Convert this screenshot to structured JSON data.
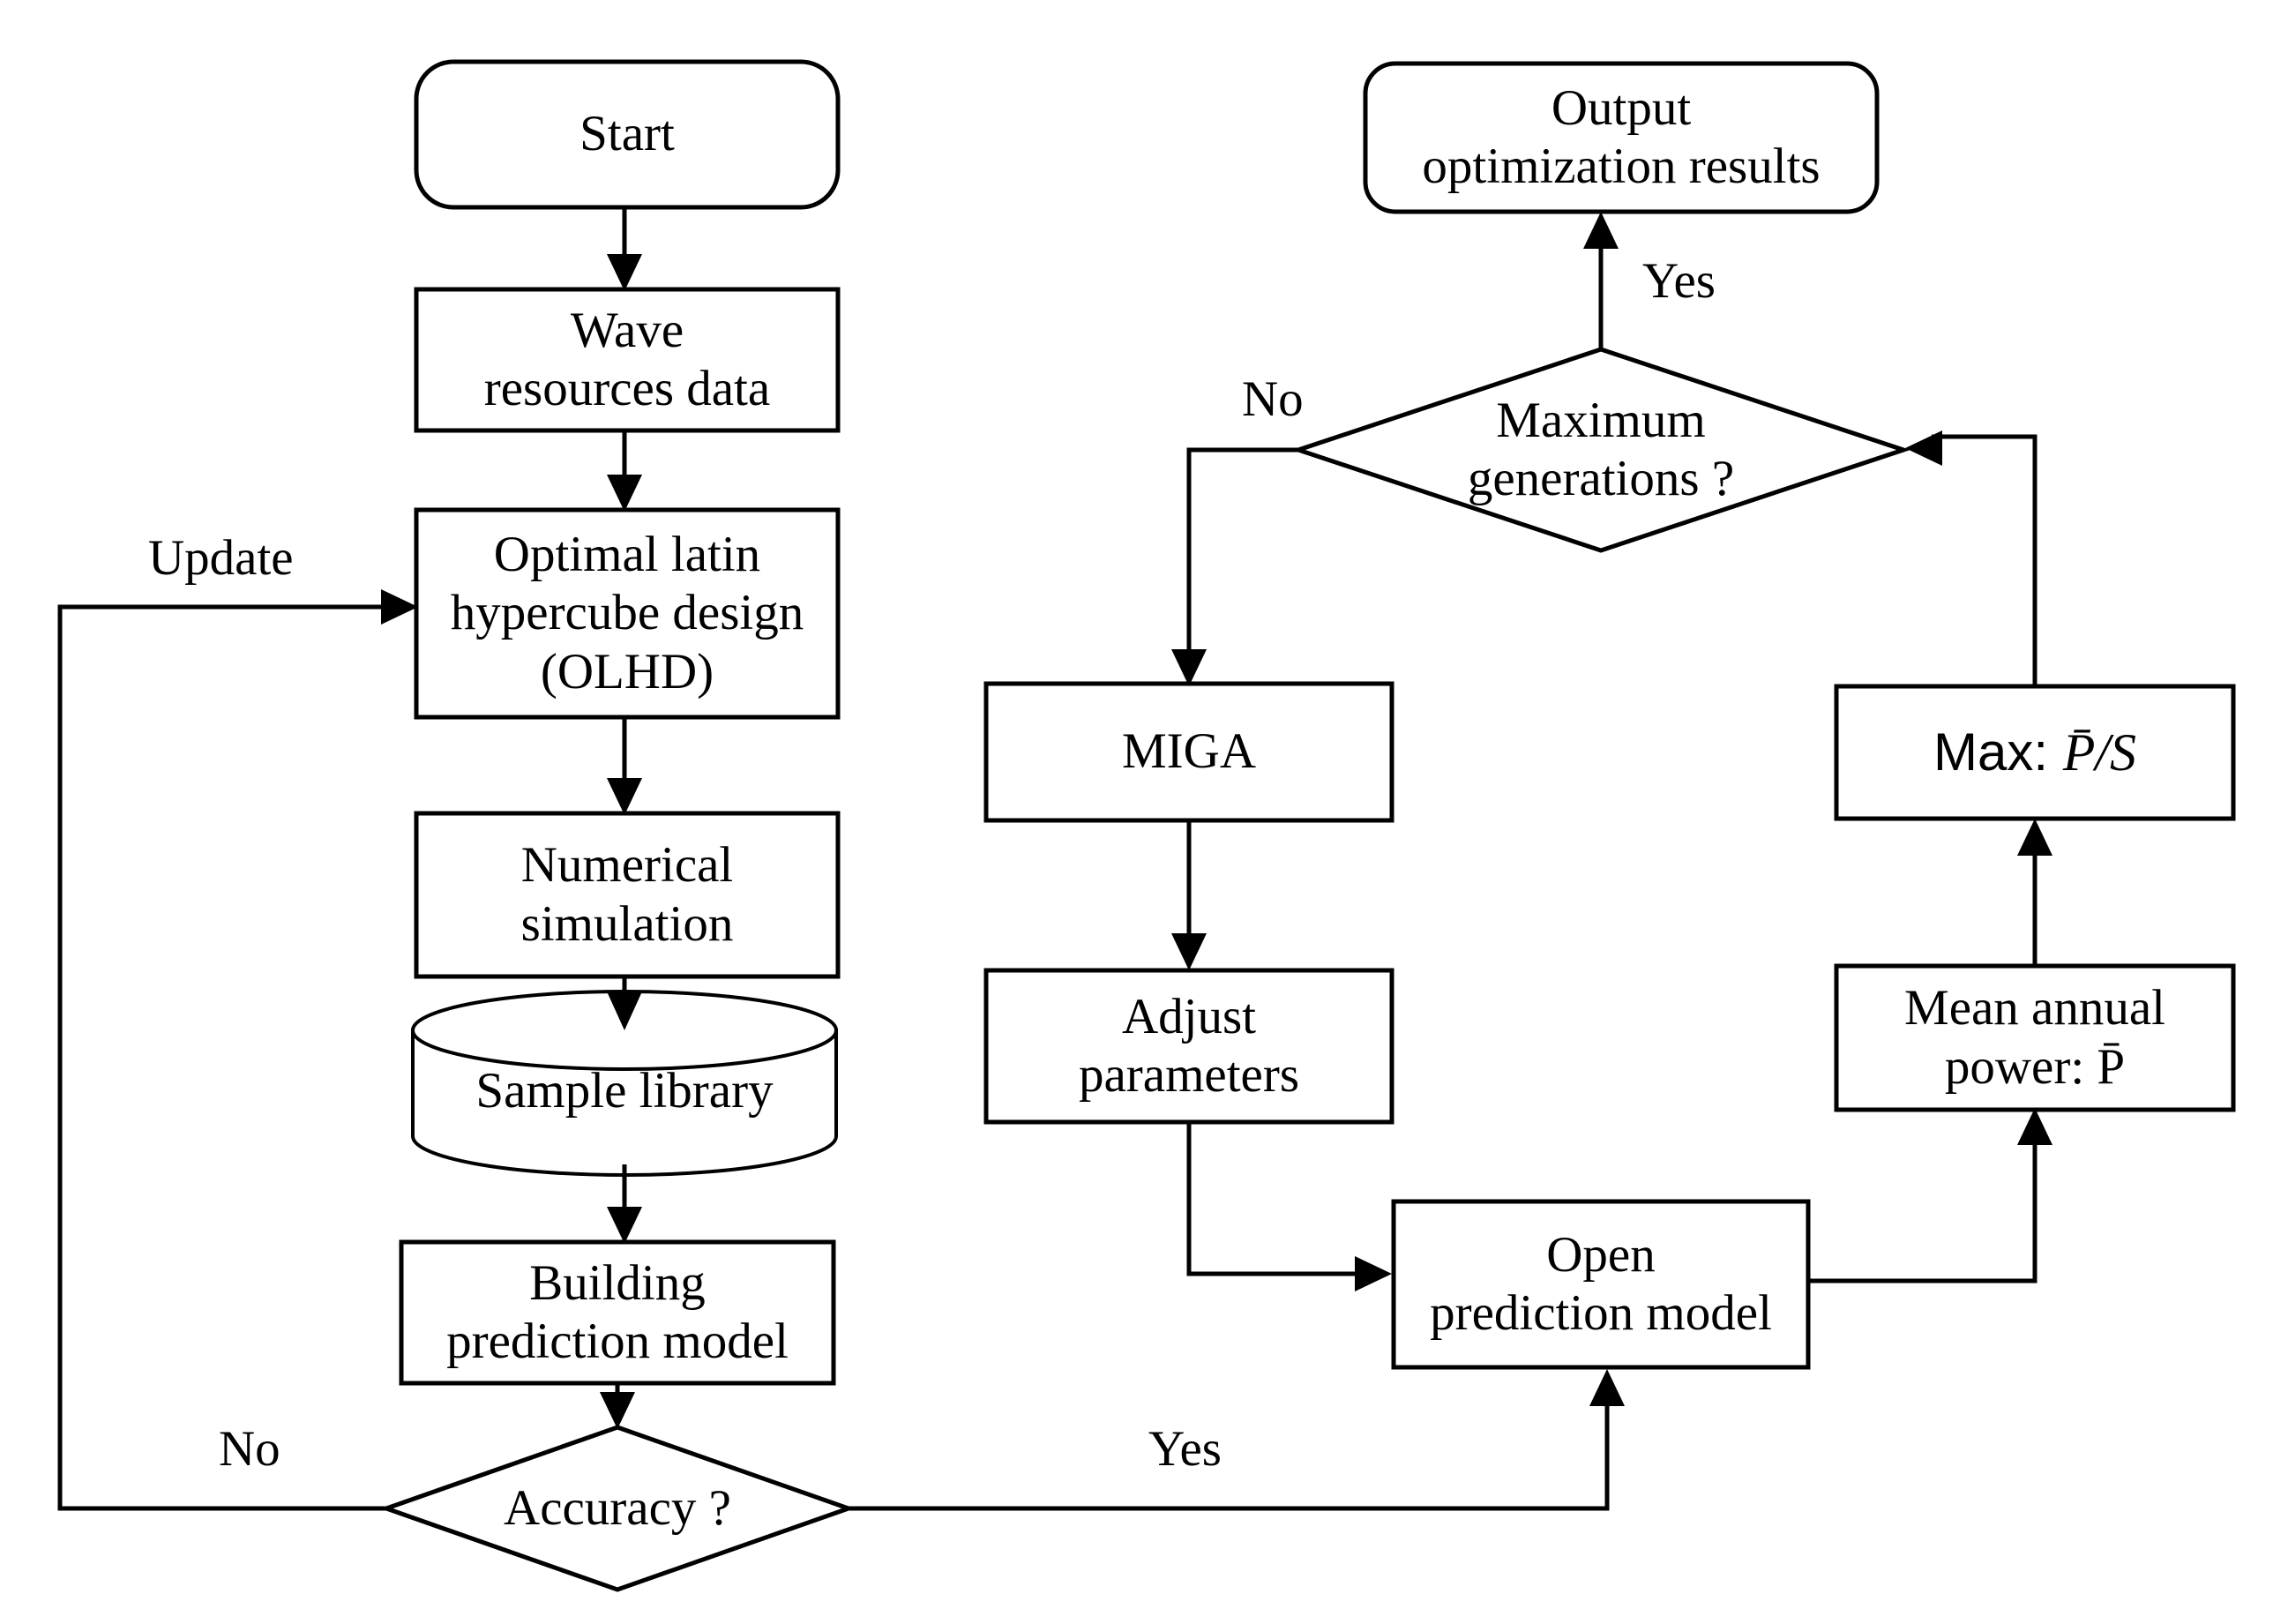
{
  "diagram": {
    "title": "Optimization workflow flowchart",
    "background_color": "#ffffff",
    "line_color": "#000000",
    "nodes": {
      "start": {
        "label": "Start",
        "shape": "rounded-rectangle"
      },
      "wave_resources": {
        "label": "Wave\nresources data",
        "shape": "rectangle"
      },
      "olhd": {
        "label": "Optimal latin\nhypercube design\n(OLHD)",
        "shape": "rectangle"
      },
      "numerical_simulation": {
        "label": "Numerical\nsimulation",
        "shape": "rectangle"
      },
      "sample_library": {
        "label": "Sample library",
        "shape": "cylinder"
      },
      "building_prediction_model": {
        "label": "Building\nprediction model",
        "shape": "rectangle"
      },
      "accuracy": {
        "label": "Accuracy ?",
        "shape": "diamond"
      },
      "miga": {
        "label": "MIGA",
        "shape": "rectangle"
      },
      "adjust_parameters": {
        "label": "Adjust\nparameters",
        "shape": "rectangle"
      },
      "open_prediction_model": {
        "label": "Open\nprediction model",
        "shape": "rectangle"
      },
      "mean_annual_power": {
        "label": "Mean annual\npower: P̄",
        "shape": "rectangle"
      },
      "max_objective": {
        "label": "Max: P̄/S",
        "shape": "rectangle"
      },
      "maximum_generations": {
        "label": "Maximum\ngenerations ?",
        "shape": "diamond"
      },
      "output_results": {
        "label": "Output\noptimization results",
        "shape": "rounded-rectangle"
      }
    },
    "edge_labels": {
      "update": "Update",
      "accuracy_no": "No",
      "accuracy_yes": "Yes",
      "generations_no": "No",
      "generations_yes": "Yes"
    }
  }
}
